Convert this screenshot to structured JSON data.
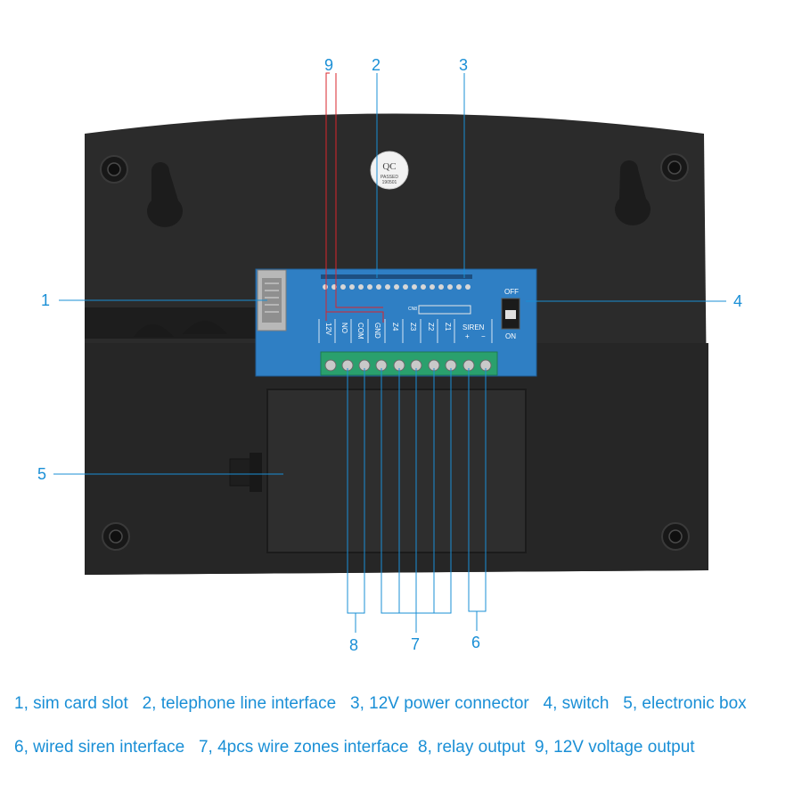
{
  "callouts": {
    "n1": "1",
    "n2": "2",
    "n3": "3",
    "n4": "4",
    "n5": "5",
    "n6": "6",
    "n7": "7",
    "n8": "8",
    "n9": "9"
  },
  "board": {
    "terminal_labels": [
      "12V",
      "NO",
      "COM",
      "GND",
      "Z4",
      "Z3",
      "Z2",
      "Z1",
      "SIREN"
    ],
    "siren_plus": "+",
    "siren_minus": "−",
    "connector_label": "CN8",
    "switch_off": "OFF",
    "switch_on": "ON"
  },
  "qc_sticker": {
    "title": "QC",
    "line1": "PASSED",
    "line2": "190501"
  },
  "legend": {
    "line1": "1, sim card slot   2, telephone line interface   3, 12V power connector   4, switch   5, electronic box",
    "line2": "6, wired siren interface   7, 4pcs wire zones interface  8, relay output  9, 12V voltage output"
  },
  "colors": {
    "callout": "#1a8fd6",
    "highlight": "#d9262b",
    "housing": "#2b2b2b",
    "pcb": "#2f7fc4"
  }
}
